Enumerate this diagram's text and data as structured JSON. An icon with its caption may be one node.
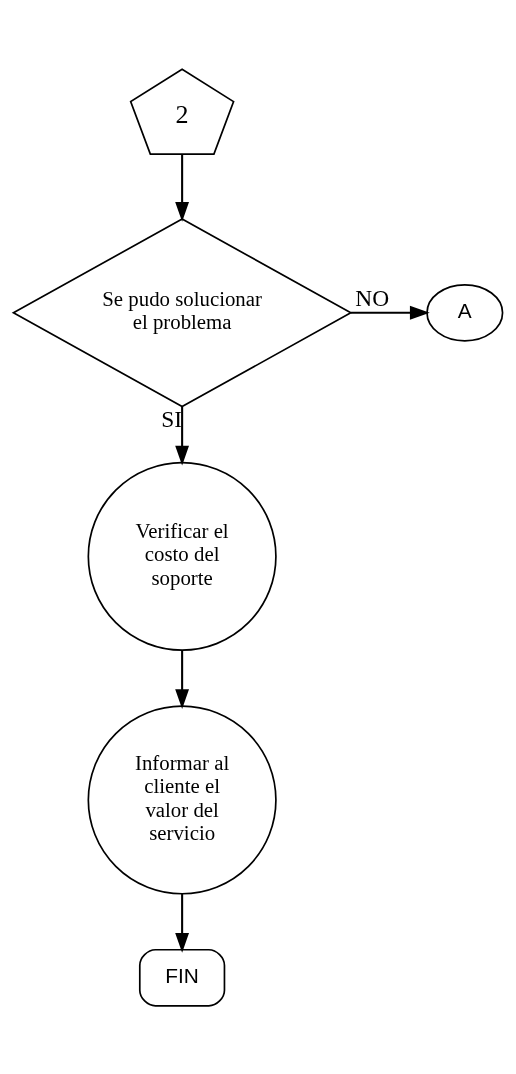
{
  "diagram": {
    "nodes": [
      {
        "text": [
          "2"
        ]
      },
      {
        "text": [
          "Se pudo solucionar el problema"
        ]
      },
      {
        "text": [
          "A"
        ]
      },
      {
        "text": [
          "Verificar el costo del soporte"
        ]
      },
      {
        "text": [
          "Informar al cliente el valor del servicio"
        ]
      },
      {
        "text": [
          "FIN"
        ]
      }
    ],
    "edges": [
      {
        "from": 0,
        "to": 1,
        "arrow": "to"
      },
      {
        "from": 1,
        "to": 2,
        "arrow": "to",
        "label": "NO"
      },
      {
        "from": 1,
        "to": 3,
        "arrow": "to",
        "label": "SI"
      },
      {
        "from": 3,
        "to": 4,
        "arrow": "to"
      },
      {
        "from": 4,
        "to": 5,
        "arrow": "to"
      }
    ]
  }
}
